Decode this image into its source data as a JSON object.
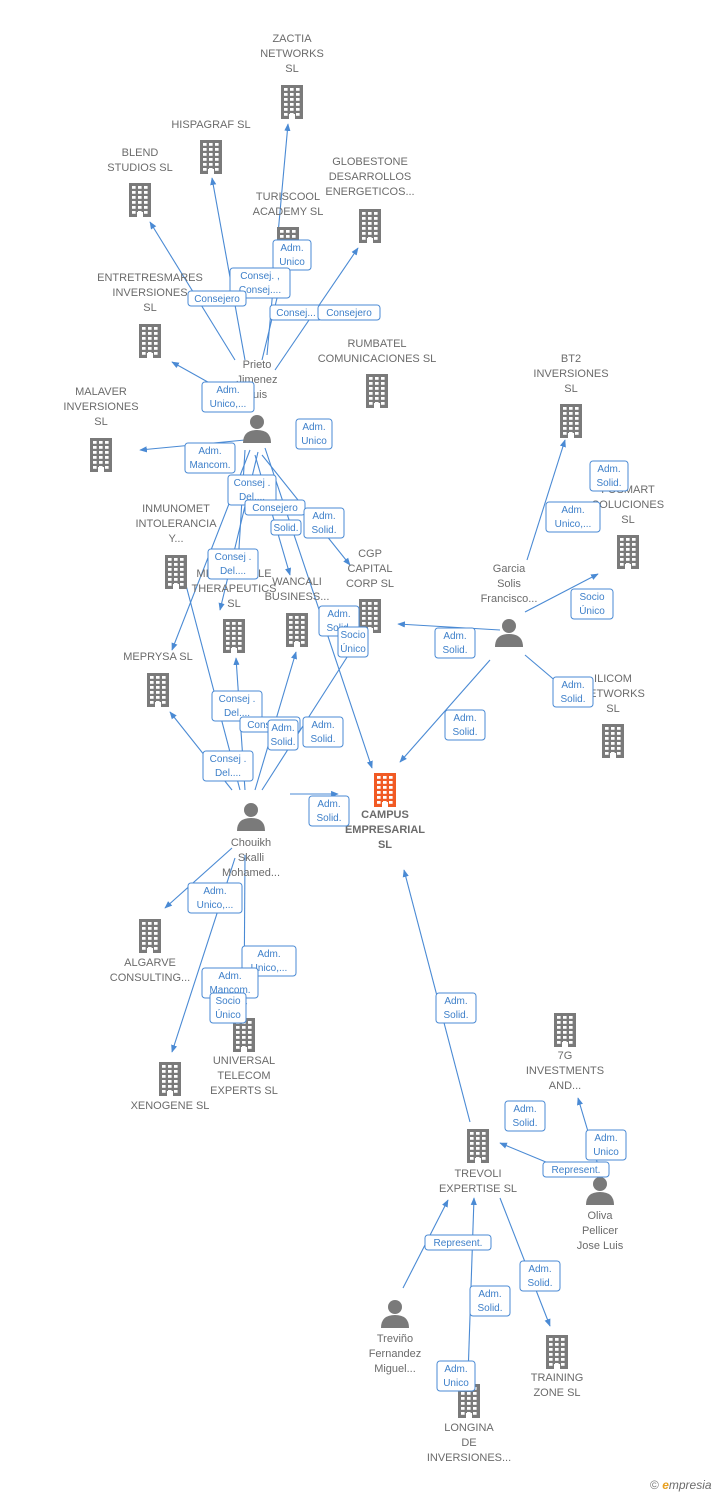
{
  "colors": {
    "edge": "#4a8ad4",
    "node": "#7a7a7a",
    "focus": "#f15a24",
    "label_box": "#4a8ad4"
  },
  "focus_node": "c1",
  "nodes": [
    {
      "id": "c1",
      "type": "company",
      "focus": true,
      "label": [
        "CAMPUS",
        "EMPRESARIAL",
        "SL"
      ]
    },
    {
      "id": "zactia",
      "type": "company",
      "label": [
        "ZACTIA",
        "NETWORKS",
        "SL"
      ]
    },
    {
      "id": "hispagraf",
      "type": "company",
      "label": [
        "HISPAGRAF  SL"
      ]
    },
    {
      "id": "blend",
      "type": "company",
      "label": [
        "BLEND",
        "STUDIOS  SL"
      ]
    },
    {
      "id": "turiscool",
      "type": "company",
      "label": [
        "TURISCOOL",
        "ACADEMY  SL"
      ]
    },
    {
      "id": "globestone",
      "type": "company",
      "label": [
        "GLOBESTONE",
        "DESARROLLOS",
        "ENERGETICOS..."
      ]
    },
    {
      "id": "entretres",
      "type": "company",
      "label": [
        "ENTRETRESMARES",
        "INVERSIONES",
        "SL"
      ]
    },
    {
      "id": "rumbatel",
      "type": "company",
      "label": [
        "RUMBATEL",
        "COMUNICACIONES SL"
      ]
    },
    {
      "id": "malaver",
      "type": "company",
      "label": [
        "MALAVER",
        "INVERSIONES",
        "SL"
      ]
    },
    {
      "id": "bt2",
      "type": "company",
      "label": [
        "BT2",
        "INVERSIONES",
        "SL"
      ]
    },
    {
      "id": "fosmart",
      "type": "company",
      "label": [
        "FOSMART",
        "SOLUCIONES",
        "SL"
      ]
    },
    {
      "id": "inmunomet",
      "type": "company",
      "label": [
        "INMUNOMET",
        "INTOLERANCIA",
        "Y..."
      ]
    },
    {
      "id": "cgp",
      "type": "company",
      "label": [
        "CGP",
        "CAPITAL",
        "CORP  SL"
      ]
    },
    {
      "id": "microviable",
      "type": "company",
      "label": [
        "MICROVIABLE",
        "THERAPEUTICS",
        "SL"
      ]
    },
    {
      "id": "wancali",
      "type": "company",
      "label": [
        "WANCALI",
        "BUSINESS..."
      ]
    },
    {
      "id": "meprysa",
      "type": "company",
      "label": [
        "MEPRYSA SL"
      ]
    },
    {
      "id": "ilicom",
      "type": "company",
      "label": [
        "ILICOM",
        "NETWORKS",
        "SL"
      ]
    },
    {
      "id": "algarve",
      "type": "company",
      "label": [
        "ALGARVE",
        "CONSULTING..."
      ]
    },
    {
      "id": "universal",
      "type": "company",
      "label": [
        "UNIVERSAL",
        "TELECOM",
        "EXPERTS SL"
      ]
    },
    {
      "id": "xenogene",
      "type": "company",
      "label": [
        "XENOGENE  SL"
      ]
    },
    {
      "id": "g7",
      "type": "company",
      "label": [
        "7G",
        "INVESTMENTS",
        "AND..."
      ]
    },
    {
      "id": "trevoli",
      "type": "company",
      "label": [
        "TREVOLI",
        "EXPERTISE  SL"
      ]
    },
    {
      "id": "training",
      "type": "company",
      "label": [
        "TRAINING",
        "ZONE  SL"
      ]
    },
    {
      "id": "longina",
      "type": "company",
      "label": [
        "LONGINA",
        "DE",
        "INVERSIONES..."
      ]
    },
    {
      "id": "prieto",
      "type": "person",
      "label": [
        "Prieto",
        "Jimenez",
        "Luis"
      ]
    },
    {
      "id": "garcia",
      "type": "person",
      "label": [
        "Garcia",
        "Solis",
        "Francisco..."
      ]
    },
    {
      "id": "chouikh",
      "type": "person",
      "label": [
        "Chouikh",
        "Skalli",
        "Mohamed..."
      ]
    },
    {
      "id": "oliva",
      "type": "person",
      "label": [
        "Oliva",
        "Pellicer",
        "Jose Luis"
      ]
    },
    {
      "id": "trevino",
      "type": "person",
      "label": [
        "Treviño",
        "Fernandez",
        "Miguel..."
      ]
    }
  ],
  "relations": [
    {
      "text": [
        "Adm.",
        "Unico"
      ]
    },
    {
      "text": [
        "Consej. ,",
        "Consej...."
      ]
    },
    {
      "text": [
        "Consejero"
      ]
    },
    {
      "text": [
        "Consej..."
      ]
    },
    {
      "text": [
        "Consejero"
      ]
    },
    {
      "text": [
        "Adm.",
        "Unico,..."
      ]
    },
    {
      "text": [
        "Adm.",
        "Unico"
      ]
    },
    {
      "text": [
        "Adm.",
        "Mancom."
      ]
    },
    {
      "text": [
        "Consej .",
        "Del...."
      ]
    },
    {
      "text": [
        "Consejero"
      ]
    },
    {
      "text": [
        "Adm.",
        "Solid."
      ]
    },
    {
      "text": [
        "Solid."
      ]
    },
    {
      "text": [
        "Consej .",
        "Del...."
      ]
    },
    {
      "text": [
        "Adm.",
        "Solid."
      ]
    },
    {
      "text": [
        "Socio",
        "Único"
      ]
    },
    {
      "text": [
        "Adm.",
        "Solid."
      ]
    },
    {
      "text": [
        "Adm.",
        "Solid."
      ]
    },
    {
      "text": [
        "Adm.",
        "Unico,..."
      ]
    },
    {
      "text": [
        "Socio",
        "Único"
      ]
    },
    {
      "text": [
        "Adm.",
        "Solid."
      ]
    },
    {
      "text": [
        "Adm.",
        "Solid."
      ]
    },
    {
      "text": [
        "Consej .",
        "Del...."
      ]
    },
    {
      "text": [
        "Consejero"
      ]
    },
    {
      "text": [
        "Adm.",
        "Solid."
      ]
    },
    {
      "text": [
        "Adm.",
        "Solid."
      ]
    },
    {
      "text": [
        "Consej .",
        "Del...."
      ]
    },
    {
      "text": [
        "Adm.",
        "Solid."
      ]
    },
    {
      "text": [
        "Adm.",
        "Unico,..."
      ]
    },
    {
      "text": [
        "Adm.",
        "Unico,..."
      ]
    },
    {
      "text": [
        "Adm.",
        "Mancom."
      ]
    },
    {
      "text": [
        "Socio",
        "Único"
      ]
    },
    {
      "text": [
        "Adm.",
        "Solid."
      ]
    },
    {
      "text": [
        "Adm.",
        "Solid."
      ]
    },
    {
      "text": [
        "Adm.",
        "Unico"
      ]
    },
    {
      "text": [
        "Represent."
      ]
    },
    {
      "text": [
        "Represent."
      ]
    },
    {
      "text": [
        "Adm.",
        "Solid."
      ]
    },
    {
      "text": [
        "Adm.",
        "Solid."
      ]
    },
    {
      "text": [
        "Adm.",
        "Unico"
      ]
    }
  ],
  "footer": {
    "copyright": "©",
    "brand_e": "e",
    "brand_rest": "mpresia"
  }
}
